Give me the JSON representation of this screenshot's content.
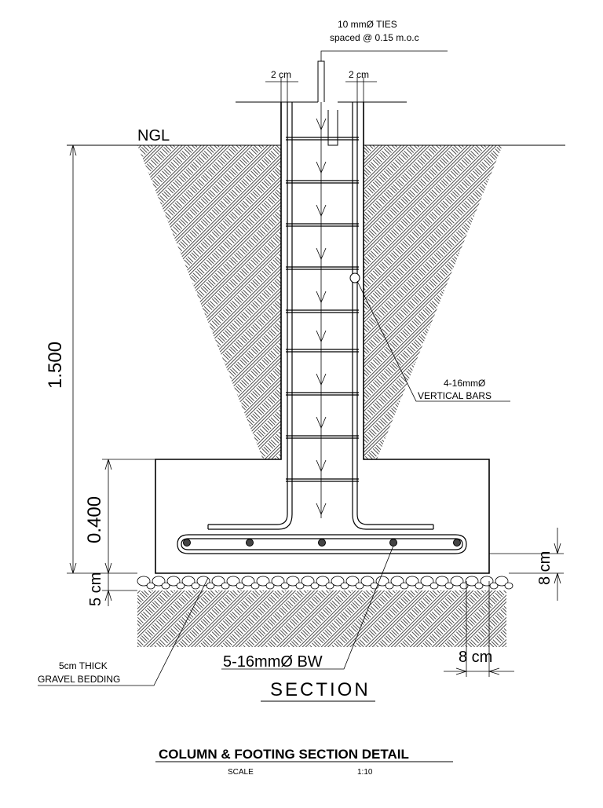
{
  "labels": {
    "ties_line1": "10 mmØ TIES",
    "ties_line2": "spaced @ 0.15 m.o.c",
    "cover_left": "2 cm",
    "cover_right": "2 cm",
    "ngl": "NGL",
    "depth_dim": "1.500",
    "footing_dim": "0.400",
    "vertical_bars_line1": "4-16mmØ",
    "vertical_bars_line2": "VERTICAL BARS",
    "bedding_dim": "5 cm",
    "gravel_line1": "5cm THICK",
    "gravel_line2": "GRAVEL BEDDING",
    "bottom_bars": "5-16mmØ BW",
    "cover_right_8cm": "8 cm",
    "edge_8cm": "8 cm",
    "section": "SECTION"
  },
  "title_block": {
    "title": "COLUMN & FOOTING SECTION DETAIL",
    "scale_label": "SCALE",
    "scale_value": "1:10"
  },
  "colors": {
    "ink": "#000000",
    "background": "#ffffff"
  }
}
